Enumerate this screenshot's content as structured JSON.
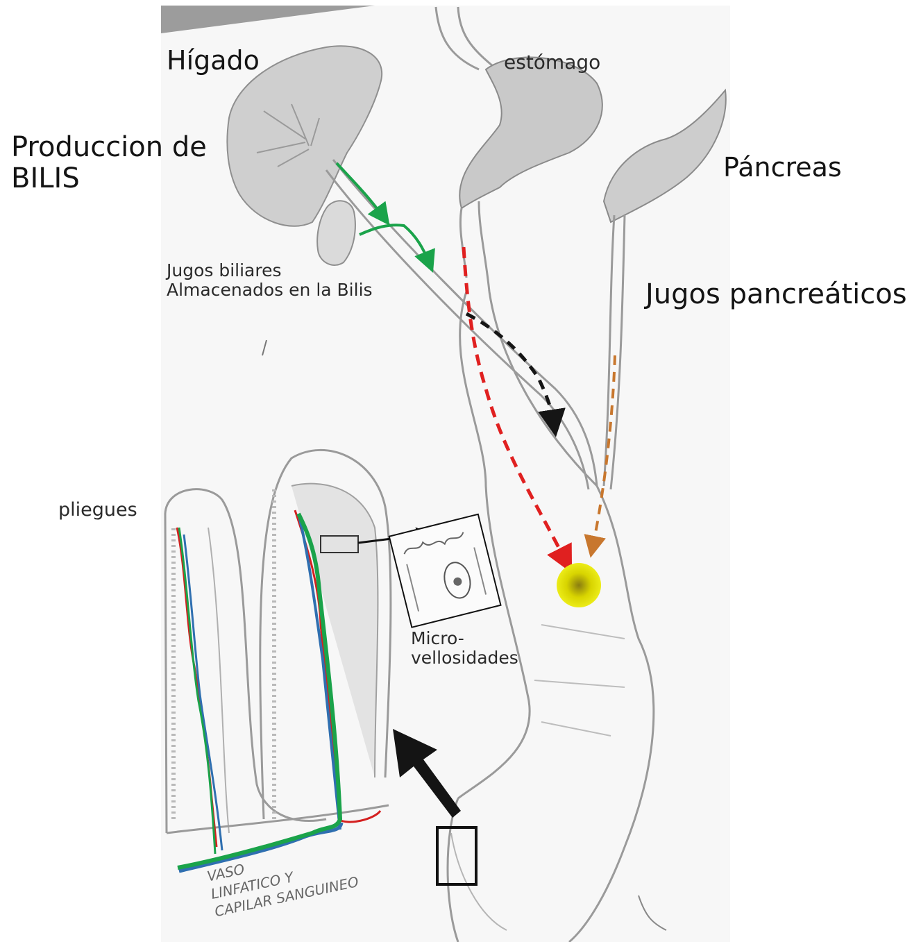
{
  "labels": {
    "higado": "Hígado",
    "estomago": "estómago",
    "produccion": [
      "Produccion de",
      "BILIS"
    ],
    "pancreas": "Páncreas",
    "jugos_biliares": [
      "Jugos biliares",
      "Almacenados en la Bilis"
    ],
    "jugos_pancreaticos": "Jugos pancreáticos",
    "pliegues": "pliegues",
    "microvellosidades": [
      "Micro-",
      "vellosidades"
    ],
    "handwritten_vaso": [
      "VASO",
      "LINFATICO Y",
      "CAPILAR SANGUINEO"
    ]
  },
  "colors": {
    "bile_path": "#1aa34a",
    "stomach_path": "#e02020",
    "duct_path": "#151515",
    "pancreatic_path": "#c8772e",
    "junction_marker": "#e6e600",
    "vessel_blue": "#2f6fb0",
    "vessel_red": "#d42020",
    "vessel_green": "#1aa34a",
    "pencil": "#9a9a9a"
  }
}
